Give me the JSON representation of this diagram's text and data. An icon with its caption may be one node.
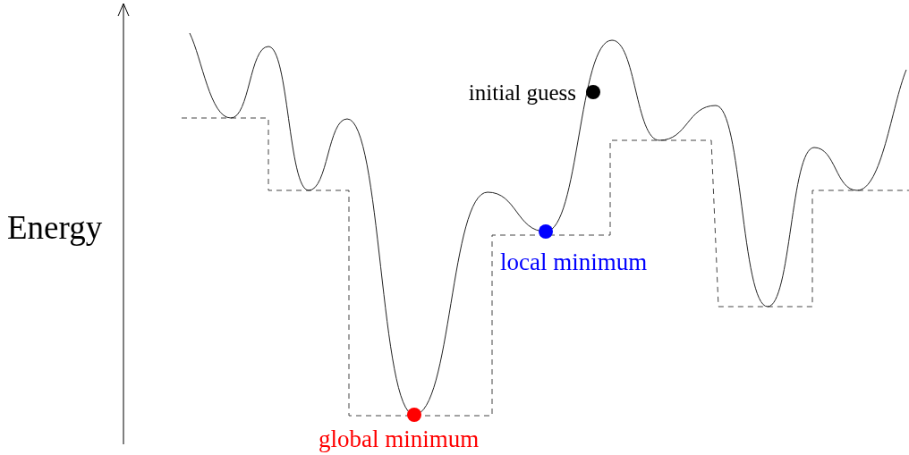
{
  "diagram": {
    "labels": [
      "Energy",
      "initial guess",
      "local minimum",
      "global minimum"
    ]
  }
}
